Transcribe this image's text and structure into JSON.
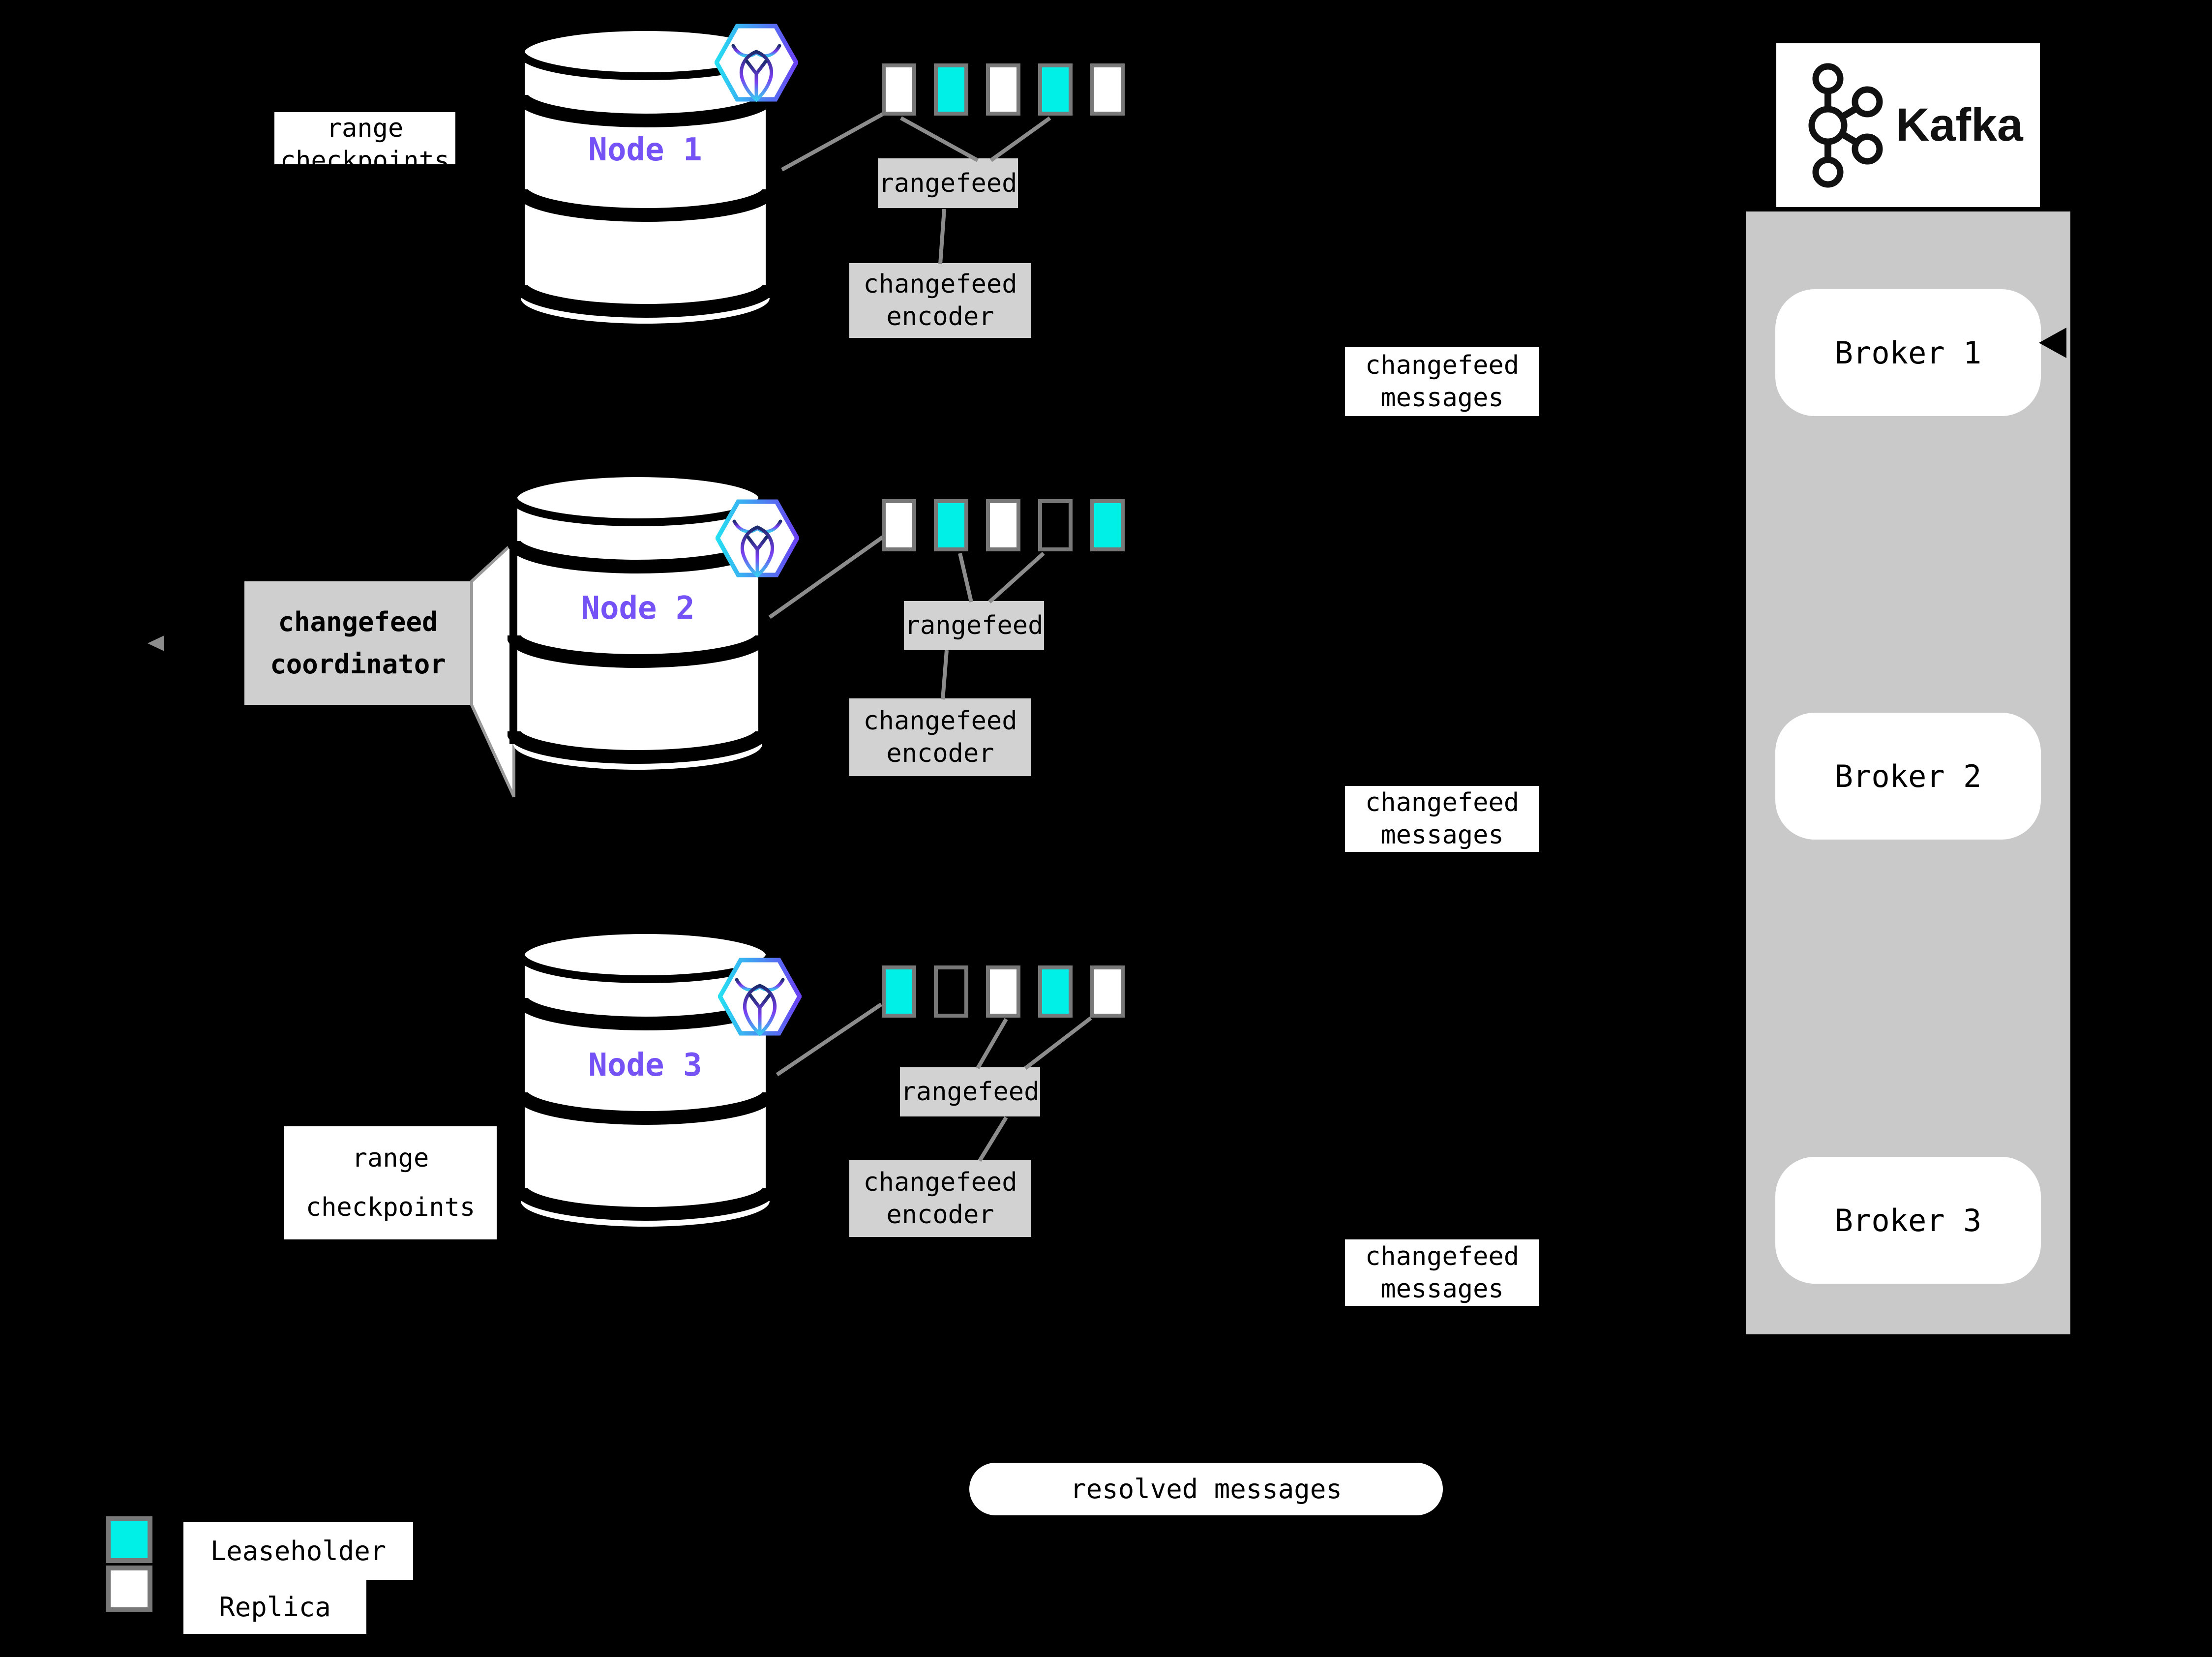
{
  "nodes": [
    {
      "title": "Node 1",
      "side_label": "range checkpoints",
      "rangefeed_label": "rangefeed",
      "encoder_label": "changefeed encoder",
      "messages_label": "changefeed messages",
      "ranges": [
        "replica",
        "leaseholder",
        "replica",
        "leaseholder",
        "replica"
      ]
    },
    {
      "title": "Node 2",
      "side_label": "changefeed coordinator",
      "rangefeed_label": "rangefeed",
      "encoder_label": "changefeed encoder",
      "messages_label": "changefeed messages",
      "ranges": [
        "replica",
        "leaseholder",
        "replica",
        "empty",
        "leaseholder"
      ]
    },
    {
      "title": "Node 3",
      "side_label": "range checkpoints",
      "rangefeed_label": "rangefeed",
      "encoder_label": "changefeed encoder",
      "messages_label": "changefeed messages",
      "ranges": [
        "leaseholder",
        "empty",
        "replica",
        "leaseholder",
        "replica"
      ]
    }
  ],
  "kafka": {
    "title": "Kafka",
    "brokers": [
      "Broker 1",
      "Broker 2",
      "Broker 3"
    ]
  },
  "resolved_label": "resolved messages",
  "legend": {
    "leaseholder": "Leaseholder",
    "replica": "Replica"
  },
  "colors": {
    "leaseholder_teal": "#00efe6",
    "node_purple": "#7452f5",
    "panel_gray": "#c9c9c9",
    "box_gray": "#d2d2d2"
  }
}
